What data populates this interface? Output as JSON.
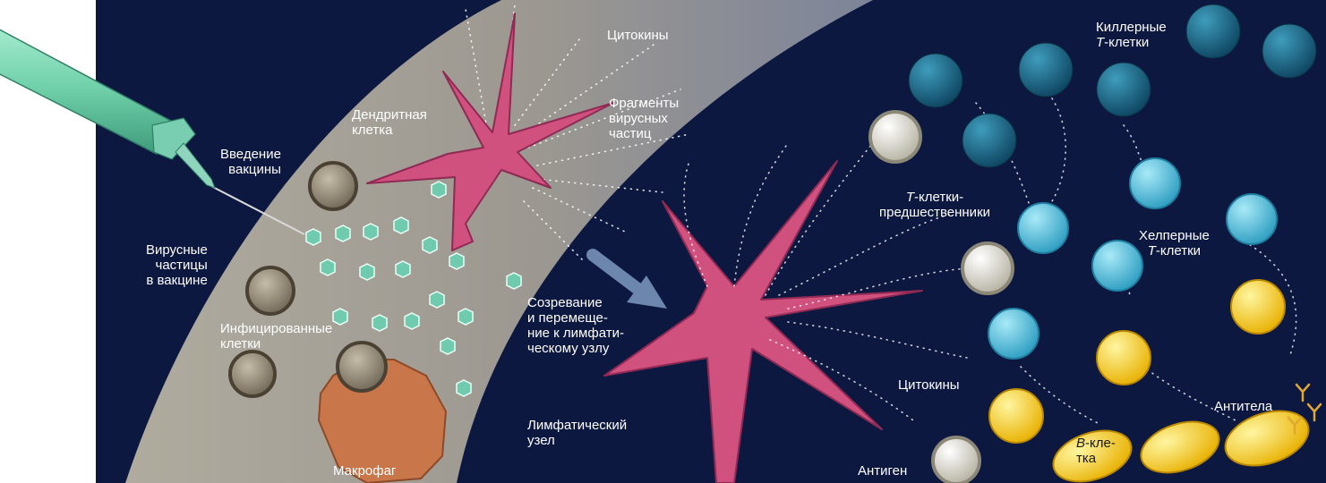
{
  "labels": {
    "cytokines_top": "Цитокины",
    "killer_t_1": "Киллерные",
    "killer_t_t": "T",
    "killer_t_2": "-клетки",
    "fragments_1": "Фрагменты",
    "fragments_2": "вирусных",
    "fragments_3": "частиц",
    "dendritic_1": "Дендритная",
    "dendritic_2": "клетка",
    "injection_1": "Введение",
    "injection_2": "вакцины",
    "precursors_t": "T",
    "precursors_1": "-клетки-",
    "precursors_2": "предшественники",
    "viral_1": "Вирусные",
    "viral_2": "частицы",
    "viral_3": "в вакцине",
    "helper_1": "Хелперные",
    "helper_t": "T",
    "helper_2": "-клетки",
    "maturation_1": "Созревание",
    "maturation_2": "и перемеще-",
    "maturation_3": "ние к лимфати-",
    "maturation_4": "ческому узлу",
    "infected_1": "Инфицированные",
    "infected_2": "клетки",
    "cytokines_mid": "Цитокины",
    "antibodies": "Антитела",
    "lymph_1": "Лимфатический",
    "lymph_2": "узел",
    "bcell_b": "B",
    "bcell_1": "-кле-",
    "bcell_2": "тка",
    "macrophage": "Макрофаг",
    "antigen": "Антиген"
  },
  "colors": {
    "background": "#0c1840",
    "zone": "#9d9a93",
    "dendritic": "#d0507e",
    "macrophage": "#c8764a",
    "virus": "#6fcaae",
    "killer_t": "#1b6e8c",
    "helper_t": "#4cbbd8",
    "precursor_t": "#dcd8c8",
    "b_cell": "#f2cc22",
    "antibody": "#e0a830",
    "syringe": "#6ecfa8"
  }
}
